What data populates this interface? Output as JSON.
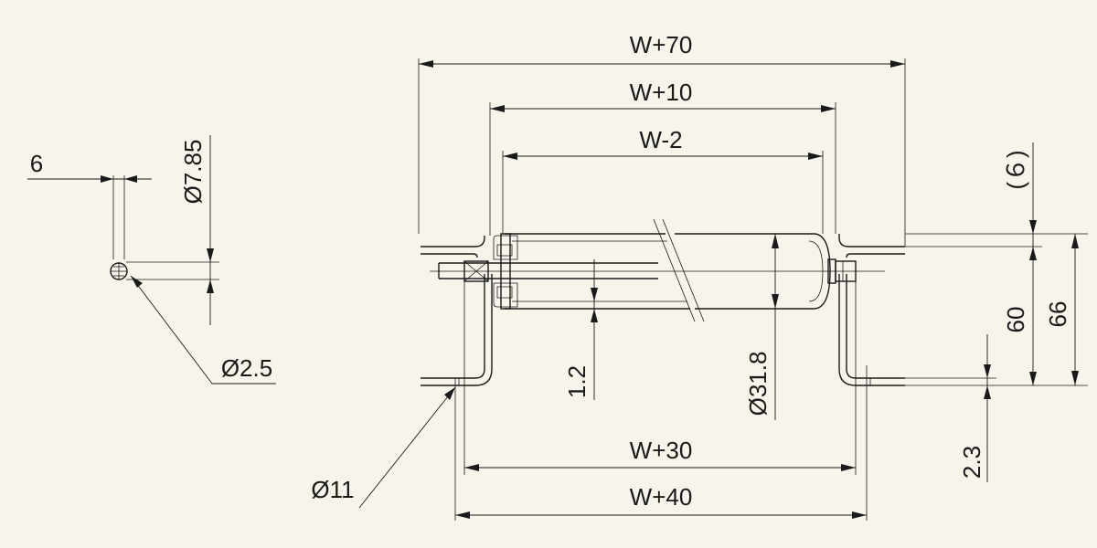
{
  "dimensions": {
    "w_plus_70": "W+70",
    "w_plus_10": "W+10",
    "w_minus_2": "W-2",
    "w_plus_30": "W+30",
    "w_plus_40": "W+40",
    "shaft_gap": "6",
    "dia_7_85": "Ø7.85",
    "dia_2_5": "Ø2.5",
    "dia_11": "Ø11",
    "wall_1_2": "1.2",
    "dia_31_8": "Ø31.8",
    "top_gap_6": "(６)",
    "height_60": "60",
    "height_66": "66",
    "plate_2_3": "2.3"
  },
  "colors": {
    "background": "#f7f4eb",
    "line": "#1a1a1a"
  }
}
